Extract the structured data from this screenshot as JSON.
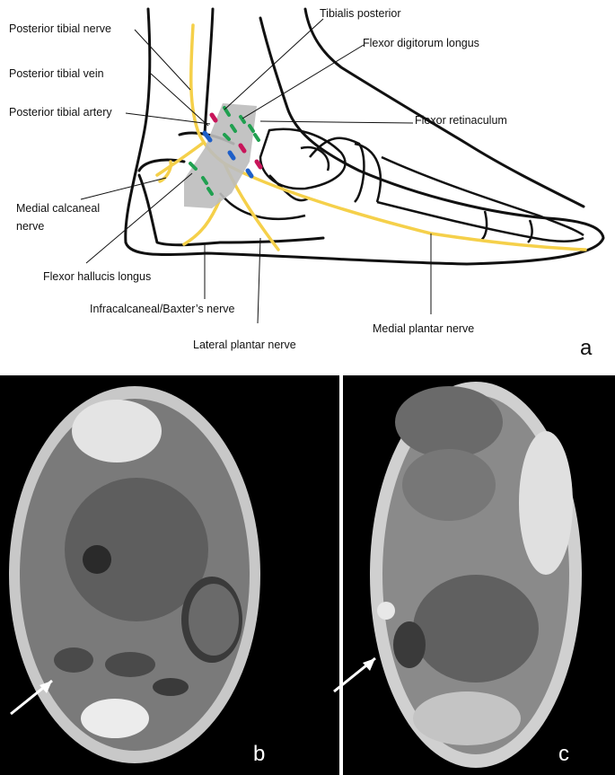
{
  "panel_a": {
    "letter": "a",
    "labels": {
      "posterior_tibial_nerve": "Posterior tibial nerve",
      "posterior_tibial_vein": "Posterior tibial vein",
      "posterior_tibial_artery": "Posterior tibial artery",
      "tibialis_posterior": "Tibialis posterior",
      "flexor_digitorum_longus": "Flexor digitorum longus",
      "flexor_retinaculum": "Flexor retinaculum",
      "medial_calcaneal_nerve_1": "Medial calcaneal",
      "medial_calcaneal_nerve_2": "nerve",
      "flexor_hallucis_longus": "Flexor hallucis longus",
      "infracalcaneal_nerve": "Infracalcaneal/Baxter’s nerve",
      "lateral_plantar_nerve": "Lateral plantar nerve",
      "medial_plantar_nerve": "Medial plantar nerve"
    },
    "colors": {
      "nerve": "#f5d04a",
      "artery": "#c8155a",
      "vein": "#1e5fc8",
      "tendon": "#20a050",
      "retinaculum": "#bdbdbd",
      "outline": "#111111"
    }
  },
  "panel_b": {
    "letter": "b"
  },
  "panel_c": {
    "letter": "c"
  }
}
